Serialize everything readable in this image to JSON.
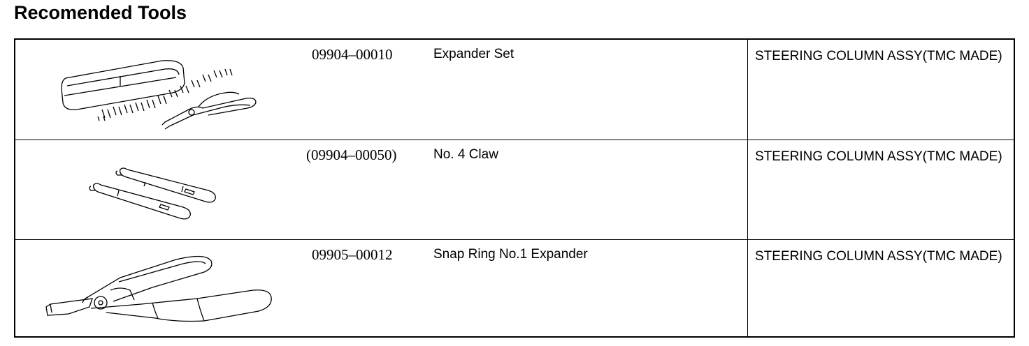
{
  "title": "Recomended Tools",
  "rows": [
    {
      "part_number": "09904–00010",
      "description": "Expander Set",
      "application": "STEERING   COLUMN   ASSY(TMC MADE)",
      "illustration_icon": "expander-set-illustration"
    },
    {
      "part_number": "(09904–00050)",
      "description": "No. 4 Claw",
      "application": "STEERING   COLUMN   ASSY(TMC MADE)",
      "illustration_icon": "claw-illustration"
    },
    {
      "part_number": "09905–00012",
      "description": "Snap Ring No.1 Expander",
      "application": "STEERING   COLUMN   ASSY(TMC MADE)",
      "illustration_icon": "snap-ring-expander-illustration"
    }
  ]
}
